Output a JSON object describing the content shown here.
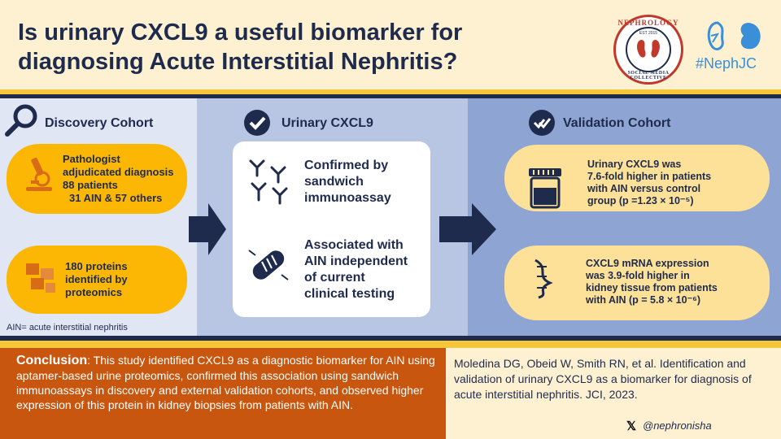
{
  "header": {
    "title_line1": "Is urinary CXCL9 a useful biomarker for",
    "title_line2": "diagnosing Acute Interstitial Nephritis?",
    "seal_top": "NEPHROLOGY",
    "seal_est": "EST 2015",
    "seal_bottom": "SOCIAL MEDIA COLLECTIVE",
    "tag": "#NephJC"
  },
  "discovery": {
    "title": "Discovery Cohort",
    "box1_lines": [
      "Pathologist",
      "adjudicated diagnosis",
      "88 patients",
      "31 AIN & 57 others"
    ],
    "box2_lines": [
      "180 proteins",
      "identified by",
      "proteomics"
    ],
    "abbrev": "AIN= acute interstitial nephritis"
  },
  "urinary": {
    "title": "Urinary CXCL9",
    "item1_lines": [
      "Confirmed by",
      "sandwich",
      "immunoassay"
    ],
    "item2_lines": [
      "Associated with",
      "AIN independent",
      "of current",
      "clinical testing"
    ]
  },
  "validation": {
    "title": "Validation Cohort",
    "box1_lines": [
      "Urinary CXCL9 was",
      "7.6-fold higher in patients",
      "with AIN versus control",
      "group (p =1.23 × 10⁻⁵)"
    ],
    "box2_lines": [
      "CXCL9 mRNA expression",
      "was 3.9-fold higher in",
      "kidney tissue from patients",
      "with AIN (p = 5.8 × 10⁻⁶)"
    ]
  },
  "conclusion": {
    "label": "Conclusion",
    "text": ": This study identified CXCL9 as a diagnostic biomarker for AIN using aptamer-based urine proteomics, confirmed this association using sandwich immunoassays in discovery and external validation cohorts, and observed higher expression of this protein in kidney biopsies from patients with AIN."
  },
  "reference": {
    "text": "Moledina DG, Obeid W, Smith RN, et al. Identification and validation of urinary CXCL9 as a biomarker for diagnosis of acute interstitial nephritis. JCI, 2023.",
    "handle": "@nephronisha"
  },
  "icons": [
    "search-icon",
    "check-icon",
    "microscope-icon",
    "protein-icon",
    "antibody-icon",
    "dna-icon",
    "urine-cup-icon",
    "arrow-right-icon",
    "kidney-icon",
    "x-logo-icon"
  ],
  "colors": {
    "navy": "#1f2b4d",
    "yellow": "#fbb703",
    "orange": "#c9560f",
    "cream": "#fdf1d2"
  }
}
